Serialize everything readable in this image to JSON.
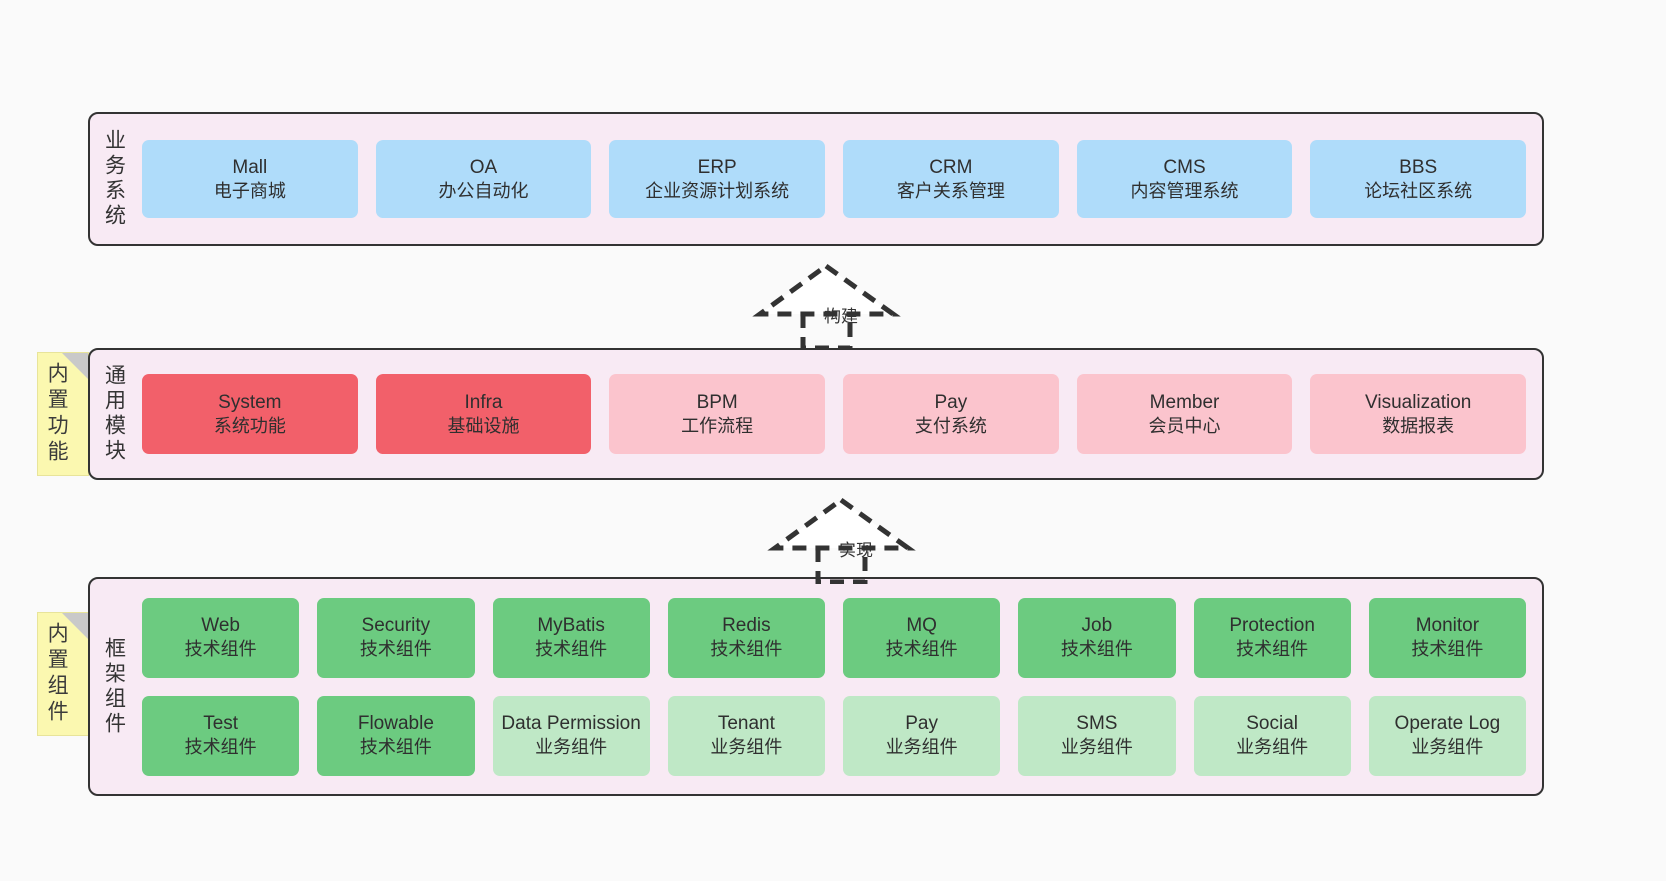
{
  "diagram": {
    "background_color": "#fafafa",
    "panel_color": "#f8eaf4",
    "border_color": "#333333"
  },
  "notes": [
    {
      "name": "builtin-function-note",
      "label": "内置功能",
      "color": "#fbf8b0"
    },
    {
      "name": "builtin-component-note",
      "label": "内置组件",
      "color": "#fbf8b0"
    }
  ],
  "layers": [
    {
      "id": "business",
      "label": "业务系统",
      "rows": [
        {
          "cards": [
            {
              "title": "Mall",
              "sub": "电子商城",
              "color": "#afdcfa"
            },
            {
              "title": "OA",
              "sub": "办公自动化",
              "color": "#afdcfa"
            },
            {
              "title": "ERP",
              "sub": "企业资源计划系统",
              "color": "#afdcfa"
            },
            {
              "title": "CRM",
              "sub": "客户关系管理",
              "color": "#afdcfa"
            },
            {
              "title": "CMS",
              "sub": "内容管理系统",
              "color": "#afdcfa"
            },
            {
              "title": "BBS",
              "sub": "论坛社区系统",
              "color": "#afdcfa"
            }
          ]
        }
      ]
    },
    {
      "id": "modules",
      "label": "通用模块",
      "rows": [
        {
          "cards": [
            {
              "title": "System",
              "sub": "系统功能",
              "color": "#f2606a"
            },
            {
              "title": "Infra",
              "sub": "基础设施",
              "color": "#f2606a"
            },
            {
              "title": "BPM",
              "sub": "工作流程",
              "color": "#fbc4cd"
            },
            {
              "title": "Pay",
              "sub": "支付系统",
              "color": "#fbc4cd"
            },
            {
              "title": "Member",
              "sub": "会员中心",
              "color": "#fbc4cd"
            },
            {
              "title": "Visualization",
              "sub": "数据报表",
              "color": "#fbc4cd"
            }
          ]
        }
      ]
    },
    {
      "id": "framework",
      "label": "框架组件",
      "rows": [
        {
          "cards": [
            {
              "title": "Web",
              "sub": "技术组件",
              "color": "#6ccb80"
            },
            {
              "title": "Security",
              "sub": "技术组件",
              "color": "#6ccb80"
            },
            {
              "title": "MyBatis",
              "sub": "技术组件",
              "color": "#6ccb80"
            },
            {
              "title": "Redis",
              "sub": "技术组件",
              "color": "#6ccb80"
            },
            {
              "title": "MQ",
              "sub": "技术组件",
              "color": "#6ccb80"
            },
            {
              "title": "Job",
              "sub": "技术组件",
              "color": "#6ccb80"
            },
            {
              "title": "Protection",
              "sub": "技术组件",
              "color": "#6ccb80"
            },
            {
              "title": "Monitor",
              "sub": "技术组件",
              "color": "#6ccb80"
            }
          ]
        },
        {
          "cards": [
            {
              "title": "Test",
              "sub": "技术组件",
              "color": "#6ccb80"
            },
            {
              "title": "Flowable",
              "sub": "技术组件",
              "color": "#6ccb80"
            },
            {
              "title": "Data Permission",
              "sub": "业务组件",
              "color": "#bfe8c6"
            },
            {
              "title": "Tenant",
              "sub": "业务组件",
              "color": "#bfe8c6"
            },
            {
              "title": "Pay",
              "sub": "业务组件",
              "color": "#bfe8c6"
            },
            {
              "title": "SMS",
              "sub": "业务组件",
              "color": "#bfe8c6"
            },
            {
              "title": "Social",
              "sub": "业务组件",
              "color": "#bfe8c6"
            },
            {
              "title": "Operate Log",
              "sub": "业务组件",
              "color": "#bfe8c6"
            }
          ]
        }
      ]
    }
  ],
  "connectors": [
    {
      "name": "build-connector",
      "label": "构建",
      "style": "dashed-generalization"
    },
    {
      "name": "implement-connector",
      "label": "实现",
      "style": "dashed-generalization"
    }
  ]
}
